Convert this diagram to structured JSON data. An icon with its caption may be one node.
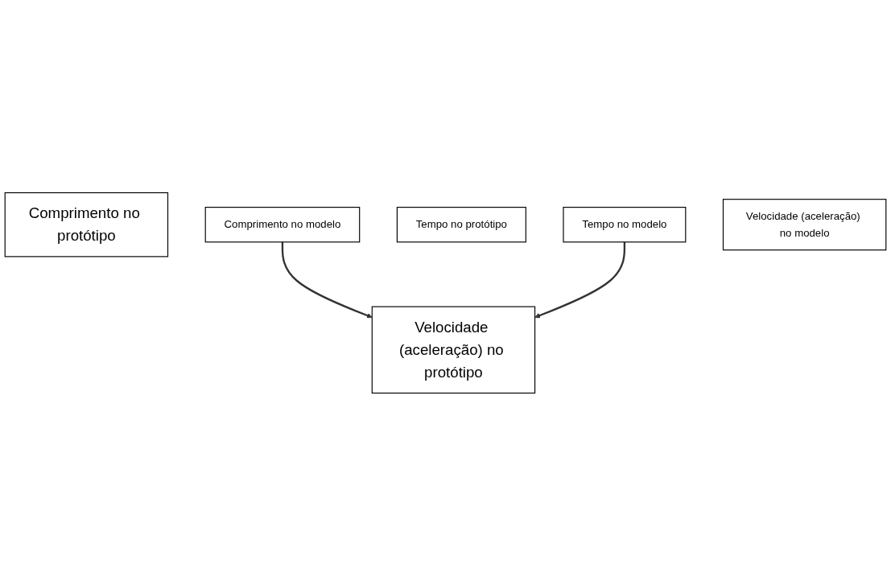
{
  "diagram": {
    "nodes": [
      {
        "text": [
          "Comprimento no protótipo"
        ]
      },
      {
        "text": [
          "Comprimento no modelo"
        ]
      },
      {
        "text": [
          "Tempo no protótipo"
        ]
      },
      {
        "text": [
          "Tempo no modelo"
        ]
      },
      {
        "text": [
          "Velocidade (aceleração) no protótipo"
        ]
      },
      {
        "text": [
          "Velocidade (aceleração) no modelo"
        ]
      }
    ],
    "edges": [
      {
        "from": 1,
        "to": 4,
        "arrow": "to"
      },
      {
        "from": 3,
        "to": 4,
        "arrow": "to"
      }
    ]
  }
}
